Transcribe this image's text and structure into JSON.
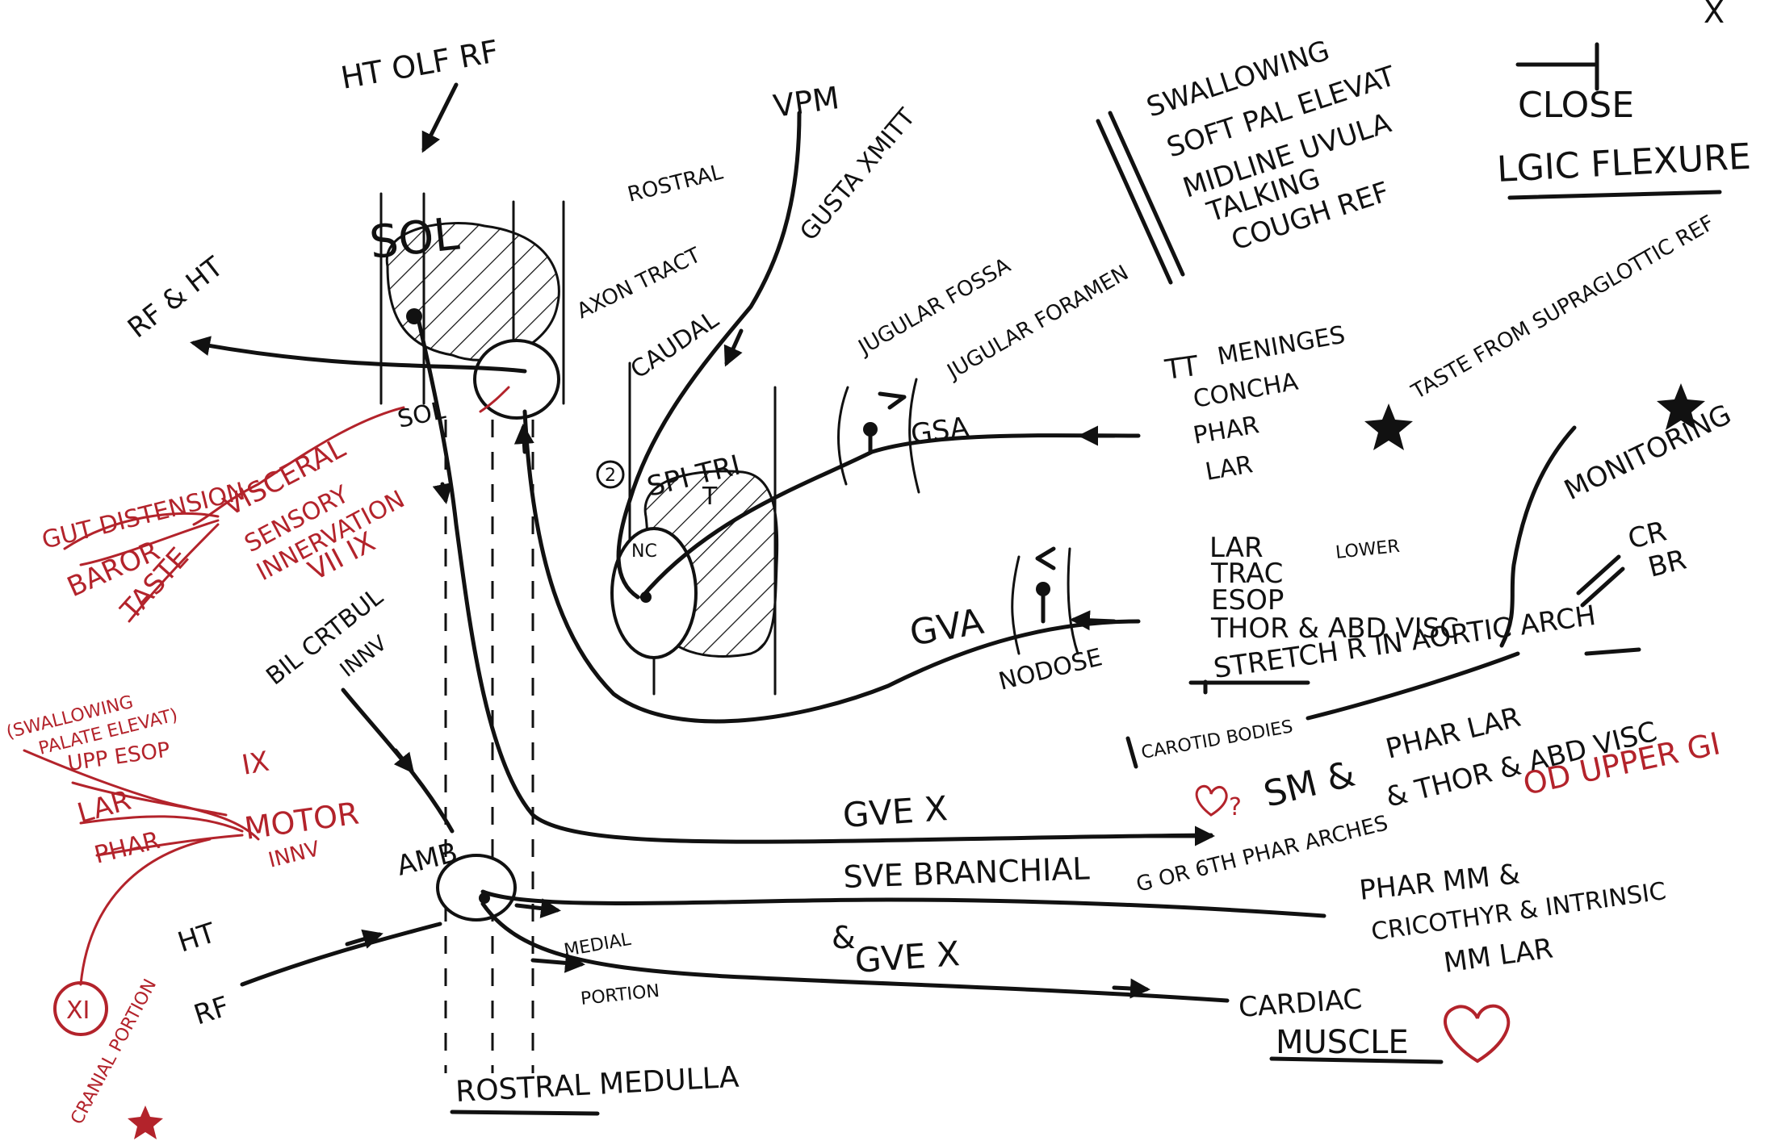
{
  "colors": {
    "ink": "#111111",
    "red": "#b3232b",
    "background": "#ffffff"
  },
  "top": {
    "ht_olf_rf": "HT OLF RF",
    "vpm": "VPM",
    "corner_mark": "X"
  },
  "nuclei": {
    "sol_top": "SOL",
    "sol": "SOL",
    "spi_tri": "SPI TRI",
    "spi_tri_sub": "T",
    "nc": "NC",
    "amb": "AMB",
    "circle_2": "2"
  },
  "tract": {
    "rostral": "ROSTRAL",
    "axon_tract": "AXON TRACT",
    "caudal": "CAUDAL",
    "gusta_xmitt": "GUSTA XMITT",
    "rf_ht": "RF & HT"
  },
  "foramen": {
    "jugular_fossa": "JUGULAR FOSSA",
    "jugular_foramen": "JUGULAR FORAMEN",
    "gsa": "GSA",
    "gva": "GVA",
    "nodose": "NODOSE"
  },
  "functions": {
    "items": [
      "SWALLOWING",
      "SOFT PAL ELEVAT",
      "MIDLINE UVULA",
      "TALKING",
      "COUGH REF"
    ],
    "close": "CLOSE",
    "lgic_flexure": "LGIC FLEXURE"
  },
  "gsa_sources": [
    "MENINGES",
    "CONCHA",
    "PHAR",
    "LAR"
  ],
  "gsa_prefix": "TT",
  "taste_note": "TASTE FROM SUPRAGLOTTIC REF",
  "monitoring": {
    "label": "MONITORING",
    "cr": "CR",
    "br": "BR"
  },
  "gva_sources": [
    "LAR",
    "TRAC",
    "ESOP",
    "THOR & ABD VISC"
  ],
  "gva_lower": "LOWER",
  "stretch": "STRETCH R IN AORTIC ARCH",
  "carotid_bodies": "CAROTID BODIES",
  "sm_targets": {
    "prefix": "SM &",
    "line1": "PHAR LAR",
    "line2": "& THOR & ABD VISC",
    "red_note": "OD UPPER GI",
    "heart_q": "?"
  },
  "efferents": {
    "gve_top": "GVE X",
    "sve": "SVE BRANCHIAL",
    "to_arch": "G OR 6TH PHAR ARCHES",
    "amp": "&",
    "gve_bottom": "GVE X",
    "medial": "MEDIAL",
    "portion": "PORTION"
  },
  "targets": {
    "phar_mm": "PHAR MM &",
    "cricothyr": "CRICOTHYR & INTRINSIC",
    "mm_lar": "MM LAR",
    "cardiac": "CARDIAC",
    "muscle": "MUSCLE"
  },
  "bilat": {
    "line1": "BIL CRTBUL",
    "line2": "INNV"
  },
  "ht_label": "HT",
  "rf_label": "RF",
  "red_sensory": {
    "gut_distension": "GUT DISTENSION",
    "baror": "BAROR",
    "taste": "TASTE",
    "visceral": "VISCERAL",
    "sensory": "SENSORY",
    "innervation": "INNERVATION",
    "nerves": "VII IX"
  },
  "red_motor": {
    "swallowing": "(SWALLOWING",
    "palate": "PALATE ELEVAT)",
    "upp_esop": "UPP ESOP",
    "lar": "LAR",
    "phar": "PHAR",
    "ix": "IX",
    "motor": "MOTOR",
    "innv": "INNV",
    "xi": "XI",
    "cranial_portion": "CRANIAL PORTION"
  },
  "footer": "ROSTRAL MEDULLA"
}
